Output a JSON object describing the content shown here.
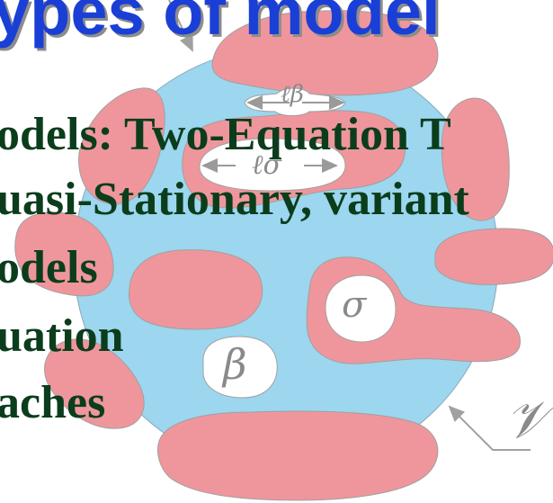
{
  "slide": {
    "title": "ypes of model",
    "bullets": [
      "odels: Two-Equation T",
      "uasi-Stationary, variant",
      "odels",
      "uation",
      "aches"
    ]
  },
  "diagram": {
    "domain_label": "𝒱",
    "phase_beta_label": "β",
    "phase_sigma_label": "σ",
    "length_beta_label": "ℓβ",
    "length_sigma_label": "ℓσ"
  },
  "colors": {
    "fluid_phase": "#9cd6ef",
    "solid_phase": "#ef969c",
    "title": "#1a3fd6",
    "bullet_text": "#0b3d1c"
  }
}
